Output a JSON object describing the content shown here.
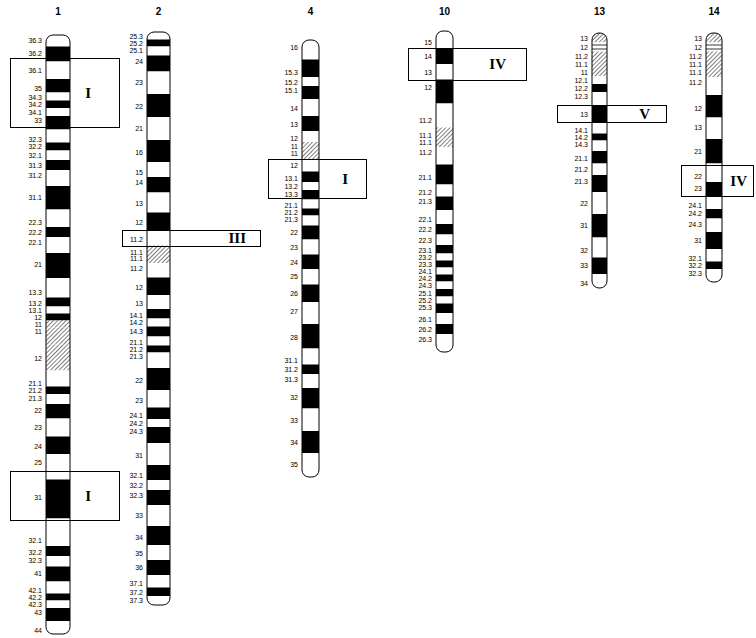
{
  "diagram": {
    "nodes": [
      {
        "text": [
          "I"
        ]
      },
      {
        "text": [
          "I"
        ]
      },
      {
        "text": [
          "III"
        ]
      },
      {
        "text": [
          "I"
        ]
      },
      {
        "text": [
          "IV"
        ]
      },
      {
        "text": [
          "V"
        ]
      },
      {
        "text": [
          "IV"
        ]
      }
    ],
    "labels": [
      "1",
      "2",
      "4",
      "10",
      "13",
      "14",
      "36.3",
      "36.2",
      "36.1",
      "35",
      "34.3",
      "34.2",
      "34.1",
      "33",
      "32.3",
      "32.2",
      "32.1",
      "31.3",
      "31.2",
      "31.1",
      "22.3",
      "22.2",
      "22.1",
      "21",
      "13.3",
      "13.2",
      "13.1",
      "12",
      "11",
      "11",
      "12",
      "21.1",
      "21.2",
      "21.3",
      "22",
      "23",
      "24",
      "25",
      "31",
      "32.1",
      "32.2",
      "32.3",
      "41",
      "42.1",
      "42.2",
      "42.3",
      "43",
      "44",
      "25.3",
      "25.2",
      "25.1",
      "24",
      "23",
      "22",
      "21",
      "16",
      "15",
      "14",
      "13",
      "12",
      "11.2",
      "11.1",
      "11.1",
      "11.2",
      "12",
      "13",
      "14.1",
      "14.2",
      "14.3",
      "21.1",
      "21.2",
      "21.3",
      "22",
      "23",
      "24.1",
      "24.2",
      "24.3",
      "31",
      "32.1",
      "32.2",
      "32.3",
      "33",
      "34",
      "35",
      "36",
      "37.1",
      "37.2",
      "37.3",
      "16",
      "15.3",
      "15.2",
      "15.1",
      "14",
      "13",
      "12",
      "11",
      "11",
      "12",
      "13.1",
      "13.2",
      "13.3",
      "21.1",
      "21.2",
      "21.3",
      "22",
      "23",
      "24",
      "25",
      "26",
      "27",
      "28",
      "31.1",
      "31.2",
      "31.3",
      "32",
      "33",
      "34",
      "35",
      "15",
      "14",
      "13",
      "12",
      "11.2",
      "11.1",
      "11.1",
      "11.2",
      "21.1",
      "21.2",
      "21.3",
      "22.1",
      "22.2",
      "22.3",
      "23.1",
      "23.2",
      "23.3",
      "24.1",
      "24.2",
      "24.3",
      "25.1",
      "25.2",
      "25.3",
      "26.1",
      "26.2",
      "26.3",
      "13",
      "12",
      "11.2",
      "11.1",
      "11",
      "12.1",
      "12.2",
      "12.3",
      "13",
      "14.1",
      "14.2",
      "14.3",
      "21.1",
      "21.2",
      "21.3",
      "22",
      "31",
      "32",
      "33",
      "34",
      "13",
      "12",
      "11.2",
      "11.1",
      "11.1",
      "11.2",
      "12",
      "13",
      "21",
      "22",
      "23",
      "24.1",
      "24.2",
      "24.3",
      "31",
      "32.1",
      "32.2",
      "32.3"
    ]
  }
}
